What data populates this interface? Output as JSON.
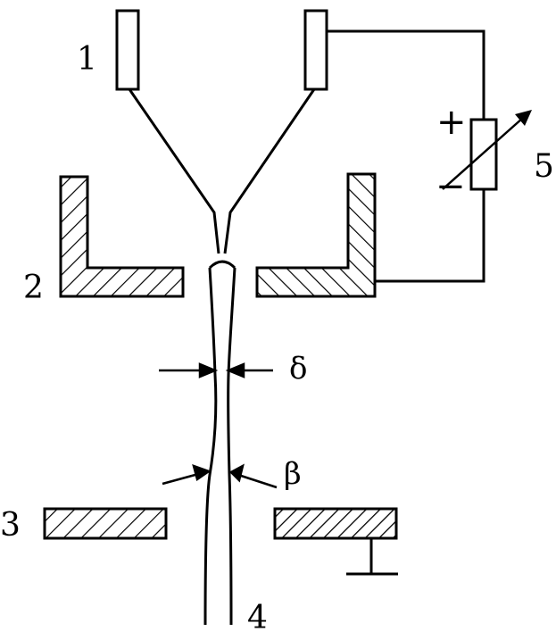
{
  "labels": {
    "electrodes": "1",
    "nozzle": "2",
    "ground_electrode": "3",
    "fiber": "4",
    "power_supply": "5"
  },
  "symbols": {
    "delta": "δ",
    "beta": "β",
    "plus": "+",
    "minus": "−"
  },
  "colors": {
    "ink": "#000000",
    "background": "#ffffff"
  }
}
